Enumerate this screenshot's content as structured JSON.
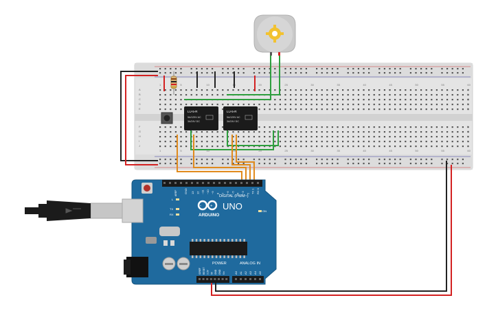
{
  "breadboard": {
    "col_labels_top": [
      "1",
      "5",
      "10",
      "15",
      "20",
      "25",
      "30",
      "35",
      "40",
      "45",
      "50",
      "55",
      "60"
    ],
    "col_labels_bottom": [
      "1",
      "5",
      "10",
      "15",
      "20",
      "25",
      "30",
      "35",
      "40",
      "45",
      "50",
      "55",
      "60"
    ],
    "row_labels_right": [
      "A",
      "B",
      "C",
      "D",
      "E",
      "F",
      "G",
      "H",
      "I",
      "J"
    ]
  },
  "relays": [
    {
      "title": "LU-5-R",
      "line1": "5A/125V AC",
      "line2": "3A/24V DC"
    },
    {
      "title": "LU-5-R",
      "line1": "5A/125V AC",
      "line2": "3A/24V DC"
    }
  ],
  "arduino": {
    "logo": "ARDUINO",
    "model": "UNO",
    "digital_label": "DIGITAL (PWM~)",
    "power_label": "POWER",
    "analog_label": "ANALOG IN",
    "led_on": "ON",
    "led_l": "L",
    "led_tx": "TX",
    "led_rx": "RX",
    "aref": "AREF",
    "gnd": "GND",
    "digital_pins": [
      "13",
      "12",
      "~11",
      "~10",
      "~9",
      "8",
      "7",
      "~6",
      "~5",
      "4",
      "~3",
      "2",
      "TX 1",
      "RX 0"
    ],
    "power_pins": [
      "IOREF",
      "RESET",
      "3.3V",
      "5V",
      "GND",
      "GND",
      "Vin"
    ],
    "analog_pins": [
      "A0",
      "A1",
      "A2",
      "A3",
      "A4",
      "A5"
    ]
  },
  "colors": {
    "board": "#1f6a9e",
    "breadboard": "#e6e6e6",
    "wire_red": "#d32020",
    "wire_black": "#222222",
    "wire_green": "#2e9e3e",
    "wire_orange": "#e08a1c",
    "motor": "#c9c9c9"
  },
  "icons": [
    "motor-icon",
    "resistor-icon",
    "pushbutton-icon",
    "usb-cable-icon",
    "dc-jack-icon",
    "atmega-chip-icon"
  ]
}
